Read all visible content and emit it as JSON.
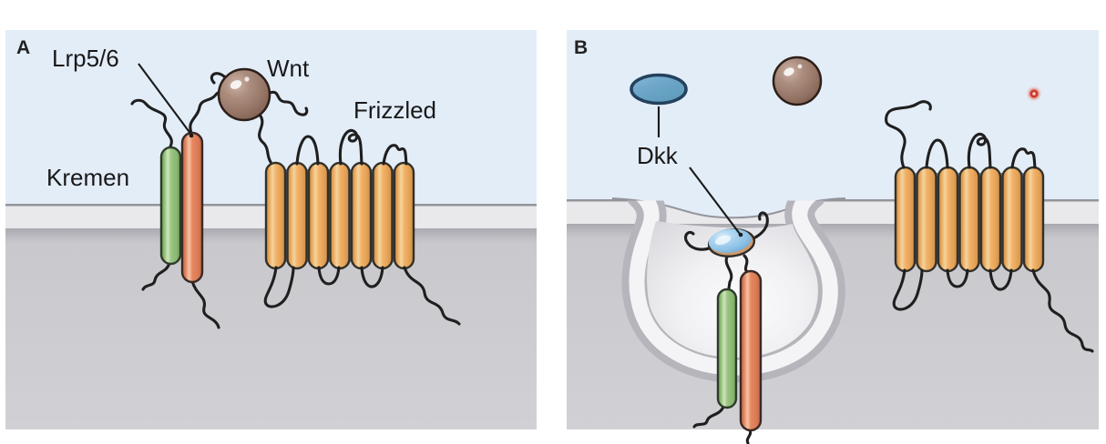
{
  "figure": {
    "type": "two-panel cell-membrane signaling diagram (Wnt pathway / Dkk-Kremen internalization)"
  },
  "labels": {
    "panel_a": "A",
    "panel_b": "B",
    "lrp56": "Lrp5/6",
    "kremen": "Kremen",
    "wnt": "Wnt",
    "frizzled": "Frizzled",
    "dkk": "Dkk"
  },
  "molecules": {
    "kremen": {
      "shape": "green-cylinder",
      "color": "#9ac583"
    },
    "lrp56": {
      "shape": "salmon-cylinder",
      "color": "#e5865f"
    },
    "frizzled": {
      "shape": "seven-orange-helix-bundle",
      "color": "#f0b267"
    },
    "wnt": {
      "shape": "brown-sphere",
      "color": "#9a7a6c"
    },
    "dkk_free": {
      "shape": "steel-blue-ellipse",
      "color": "#6da6c9"
    },
    "dkk_bound": {
      "shape": "light-blue-glossy-ellipse",
      "color": "#8ec2e6"
    },
    "red_marker_dot": {
      "shape": "small-red-dot",
      "color": "#d84a3c"
    }
  },
  "scene": {
    "extracellular_color": "#e3edf8",
    "membrane_color": "#e9e9ec",
    "membrane_line_color": "#94949b",
    "cytoplasm_color": "#cbcbcf",
    "pit_wall_color": "#f4f4f6",
    "pit_shadow_color": "#b5b5bb",
    "panel_b_feature": "endocytic pit internalizing Kremen + Lrp5/6 + Dkk"
  }
}
